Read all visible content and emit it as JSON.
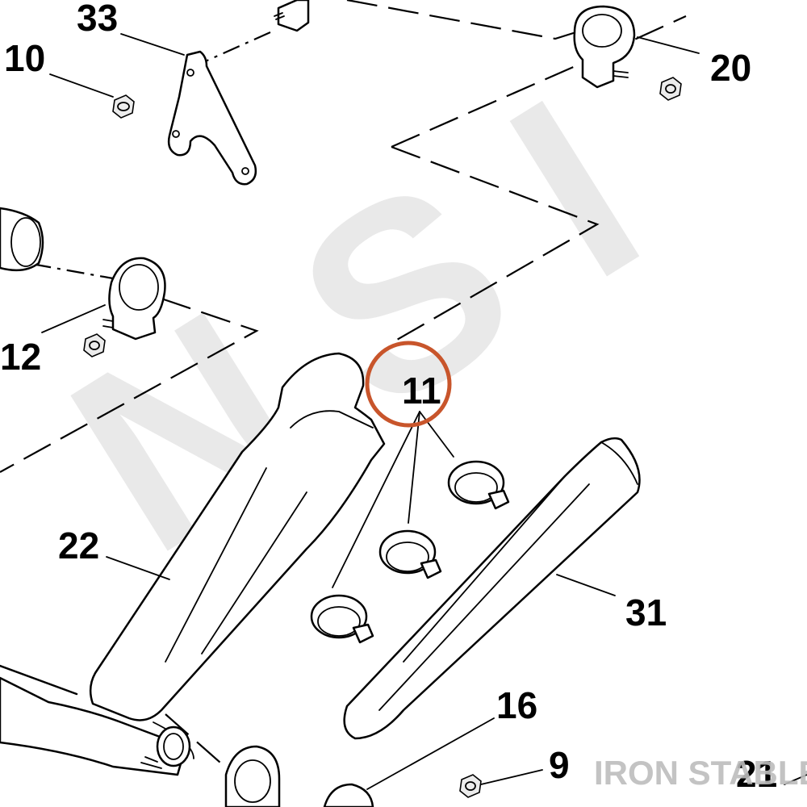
{
  "diagram": {
    "callouts": [
      {
        "id": "33",
        "label": "33"
      },
      {
        "id": "10",
        "label": "10"
      },
      {
        "id": "20",
        "label": "20"
      },
      {
        "id": "12",
        "label": "12"
      },
      {
        "id": "11",
        "label": "11"
      },
      {
        "id": "22",
        "label": "22"
      },
      {
        "id": "31",
        "label": "31"
      },
      {
        "id": "16",
        "label": "16"
      },
      {
        "id": "9",
        "label": "9"
      },
      {
        "id": "21",
        "label": "21"
      }
    ],
    "highlighted_callout": "11",
    "highlight_color": "#c8552b",
    "watermark": "IRON STABLE",
    "background_watermark": "N S I",
    "watermark_color": "#e6e6e6"
  }
}
